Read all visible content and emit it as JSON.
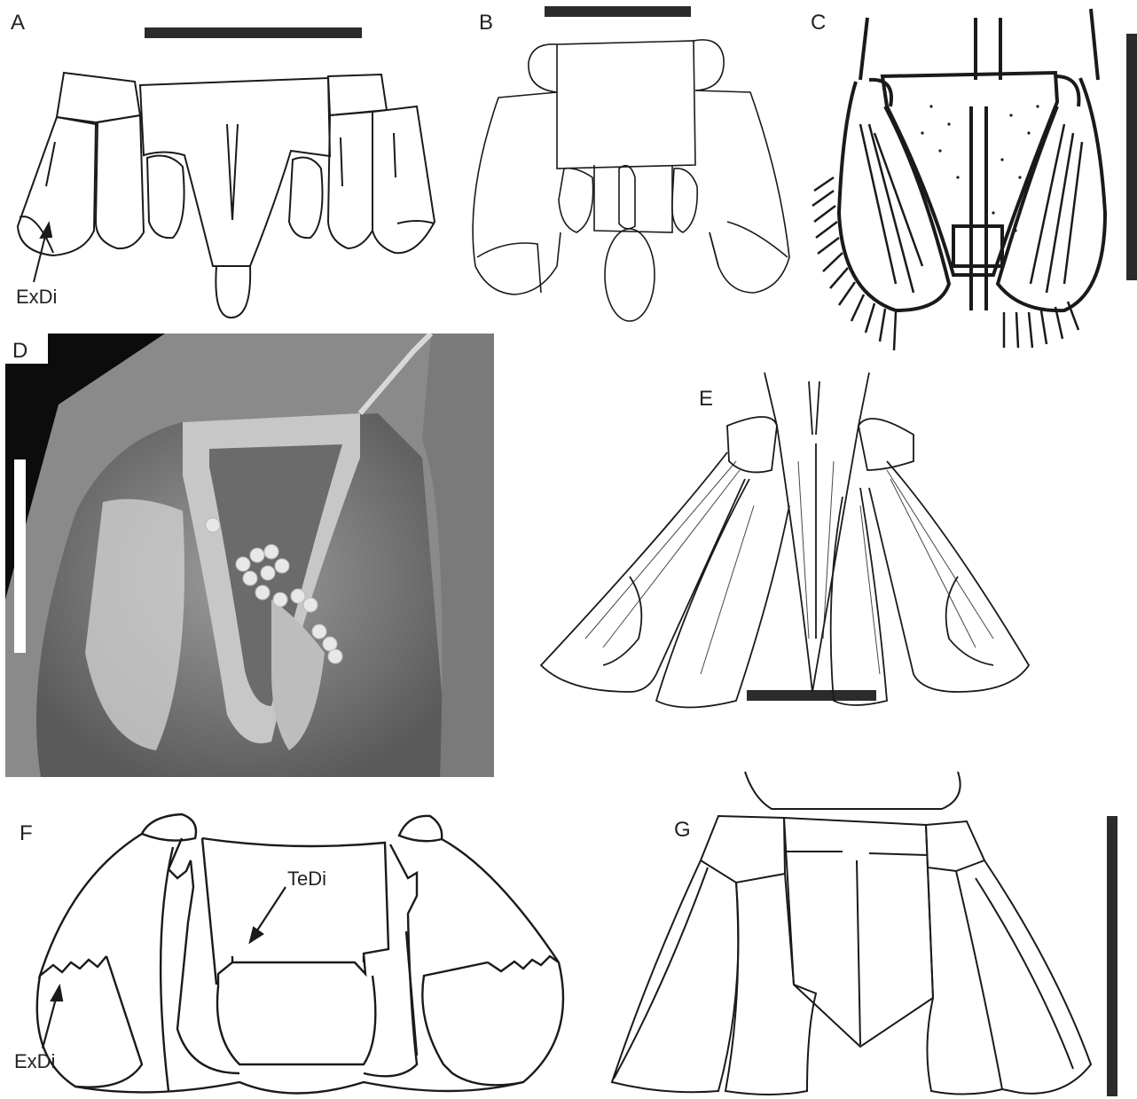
{
  "figure": {
    "panels": [
      {
        "id": "A",
        "label": "A",
        "annotations": [
          "ExDi"
        ]
      },
      {
        "id": "B",
        "label": "B",
        "annotations": []
      },
      {
        "id": "C",
        "label": "C",
        "annotations": []
      },
      {
        "id": "D",
        "label": "D",
        "annotations": []
      },
      {
        "id": "E",
        "label": "E",
        "annotations": []
      },
      {
        "id": "F",
        "label": "F",
        "annotations": [
          "TeDi",
          "ExDi"
        ]
      },
      {
        "id": "G",
        "label": "G",
        "annotations": []
      }
    ]
  },
  "colors": {
    "line": "#1a1a1a",
    "scale_bar": "#2b2b2b",
    "photo_background": "#0c0c0c",
    "white_scale_bar": "#ffffff"
  }
}
